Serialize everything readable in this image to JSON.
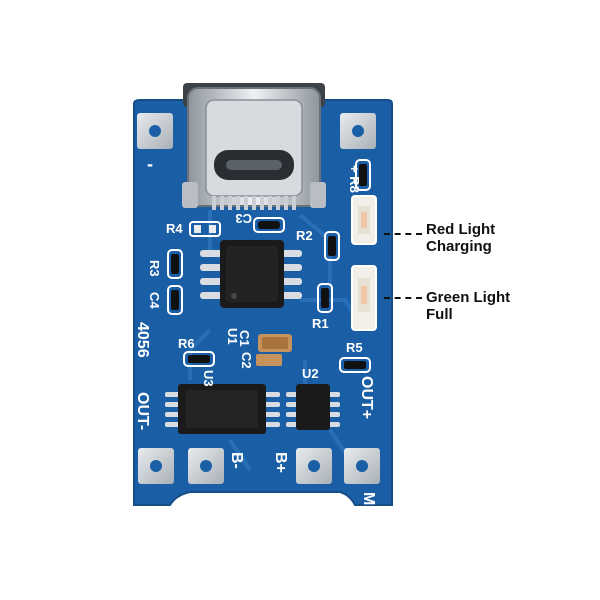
{
  "board": {
    "silkscreen": {
      "minus_top": "-",
      "plus_r8": "+ R8",
      "r4": "R4",
      "c3": "C3",
      "r2": "R2",
      "r3": "R3",
      "c4": "C4",
      "r1": "R1",
      "u1": "U1",
      "c1": "C1",
      "r6": "R6",
      "c2": "C2",
      "r5": "R5",
      "u3": "U3",
      "u2": "U2",
      "model": "4056",
      "out_minus": "OUT-",
      "out_plus": "OUT+",
      "b_minus": "B-",
      "b_plus": "B+",
      "m": "M"
    },
    "colors": {
      "pcb": "#1a5fa6",
      "silkscreen": "#ffffff",
      "pad": "#c8cdd2",
      "chip": "#1a1a1a"
    }
  },
  "callouts": {
    "red": {
      "line1": "Red Light",
      "line2": "Charging"
    },
    "green": {
      "line1": "Green Light",
      "line2": "Full"
    }
  }
}
